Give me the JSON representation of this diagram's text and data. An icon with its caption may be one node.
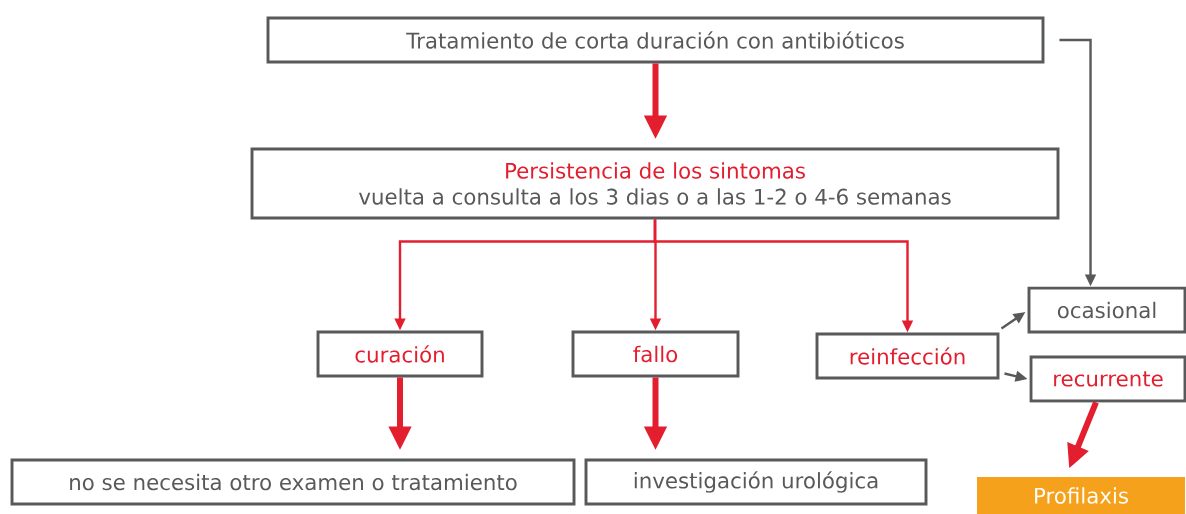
{
  "diagram": {
    "nodes": [
      {
        "text": [
          "Tratamiento de corta duración con antibióticos"
        ]
      },
      {
        "text": [
          "Persistencia de los sintomas",
          "vuelta a consulta a los 3 dias o a las 1-2 o 4-6 semanas"
        ]
      },
      {
        "text": [
          "curación"
        ]
      },
      {
        "text": [
          "fallo"
        ]
      },
      {
        "text": [
          "reinfección"
        ]
      },
      {
        "text": [
          "ocasional"
        ]
      },
      {
        "text": [
          "recurrente"
        ]
      },
      {
        "text": [
          "no se necesita otro examen o tratamiento"
        ]
      },
      {
        "text": [
          "investigación urológica"
        ]
      },
      {
        "text": [
          "Profilaxis"
        ]
      }
    ],
    "edges": [
      {
        "from": 0,
        "to": 1,
        "arrow": "to",
        "style": "thick"
      },
      {
        "from": 1,
        "to": 2,
        "arrow": "to"
      },
      {
        "from": 1,
        "to": 3,
        "arrow": "to"
      },
      {
        "from": 1,
        "to": 4,
        "arrow": "to"
      },
      {
        "from": 0,
        "to": 5,
        "arrow": "to",
        "color": "#58595b"
      },
      {
        "from": 4,
        "to": 5,
        "arrow": "to",
        "color": "#58595b"
      },
      {
        "from": 4,
        "to": 6,
        "arrow": "to",
        "color": "#58595b"
      },
      {
        "from": 2,
        "to": 7,
        "arrow": "to",
        "style": "thick"
      },
      {
        "from": 3,
        "to": 8,
        "arrow": "to",
        "style": "thick"
      },
      {
        "from": 6,
        "to": 9,
        "arrow": "to",
        "style": "thick"
      }
    ]
  }
}
